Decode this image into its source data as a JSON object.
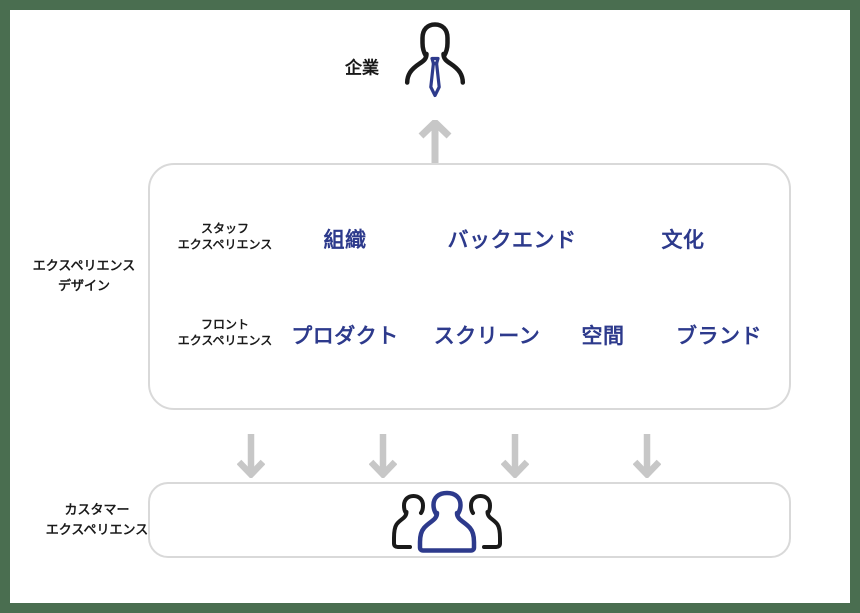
{
  "page": {
    "frame_color": "#4a6e50",
    "background_color": "#ffffff"
  },
  "colors": {
    "item_navy": "#2d3a8c",
    "text_black": "#1a1a1a",
    "arrow_gray": "#c7c7c7",
    "box_border_gray": "#d9d9d9"
  },
  "company": {
    "label": "企業",
    "icon": "business-person-icon"
  },
  "experience_design": {
    "side_label_line1": "エクスペリエンス",
    "side_label_line2": "デザイン",
    "rows": [
      {
        "label_line1": "スタッフ",
        "label_line2": "エクスペリエンス",
        "items": [
          "組織",
          "バックエンド",
          "文化"
        ]
      },
      {
        "label_line1": "フロント",
        "label_line2": "エクスペリエンス",
        "items": [
          "プロダクト",
          "スクリーン",
          "空間",
          "ブランド"
        ]
      }
    ]
  },
  "customer_experience": {
    "side_label_line1": "カスタマー",
    "side_label_line2": "エクスペリエンス",
    "icon": "people-group-icon"
  },
  "arrows": {
    "up_arrow": "arrow pointing up from experience design box to company",
    "down_arrows": "four arrows pointing down from experience design box to customer experience box"
  }
}
